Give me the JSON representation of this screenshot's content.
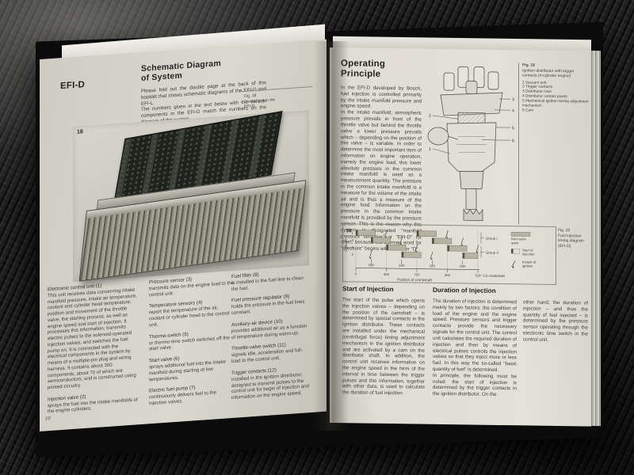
{
  "left_page": {
    "tab_label": "EFI-D",
    "section_title": "Schematic Diagram\nof System",
    "intro": "Please fold out the double page at the back of this booklet that shows schematic diagrams of the EFI-D and EFI-L.\nThe numbers given in the text below with the various components in the EFI-D match the numbers on the diagram of the system.",
    "fig18": {
      "number": "18",
      "caption": "Fig. 18\nControl unit in the\nEFI-D"
    },
    "columns": [
      [
        {
          "title": "Electronic control unit (1)",
          "body": "This unit receives data concerning intake manifold pressure, intake air temperature, coolant and cylinder head temperature, position and movement of the throttle valve, the starting process, as well as engine speed and start of injection. It processes this information, transmits electric pulses to the solenoid-operated injection valves, and switches the fuel pump on. It is connected with the electrical components in the system by means of a multiple-pin plug and wiring harness. It contains about 300 components, about 70 of which are semiconductors, and is constructed using printed circuitry."
        },
        {
          "title": "Injection valve (2)",
          "body": "sprays the fuel into the intake manifolds of the engine cylinders."
        }
      ],
      [
        {
          "title": "Pressure sensor (3)",
          "body": "transmits data on the engine load to the control unit."
        },
        {
          "title": "Temperature sensors (4)",
          "body": "report the temperature of the air, coolant or cylinder head to the control unit."
        },
        {
          "title": "Thermo-switch (5)",
          "body": "or thermo-time switch switches off the start valve."
        },
        {
          "title": "Start valve (6)",
          "body": "sprays additional fuel into the intake manifold during starting at low temperatures."
        },
        {
          "title": "Electric fuel pump (7)",
          "body": "continuously delivers fuel to the injection valves."
        }
      ],
      [
        {
          "title": "Fuel filter (8)",
          "body": "is installed in the fuel line to clean the fuel."
        },
        {
          "title": "Fuel pressure regulator (9)",
          "body": "holds the pressure in the fuel lines constant."
        },
        {
          "title": "Auxiliary-air device (10)",
          "body": "provides additional air as a function of temperature during warm-up."
        },
        {
          "title": "Throttle-valve switch (11)",
          "body": "signals idle, acceleration and full-load to the control unit."
        },
        {
          "title": "Trigger contacts (12)",
          "body": "installed in the ignition distributor, designed to transmit pulses to the control unit for begin of injection and information on the engine speed."
        }
      ]
    ],
    "page_number": "10"
  },
  "right_page": {
    "title": "Operating\nPrinciple",
    "paragraphs": "In the EFI-D developed by Bosch, fuel injection is controlled primarily by the intake manifold pressure and engine speed.\nIn the intake manifold, atmospheric pressure prevails in front of the throttle valve but behind the throttle valve a lower pressure prevails which – depending on the position of this valve – is variable. In order to determine the most important item of information on engine operation, namely the engine load, this lower absolute pressure in the common intake manifold is used as a measurement quantity. The pressure in the common intake manifold is a measure for the volume of the intake air and is thus a measure of the engine load. Information on the pressure in the common intake manifold is provided by the pressure sensor. This is the reason why this system is designated \"manifold pressure sensitive\" or \"EFI-D\" for short, because the German word for \"pressure\" begins with the letter \"D\".",
    "fig19": {
      "caption_title": "Fig. 19",
      "caption_sub": "Ignition distributor with trigger contacts (4-cylinder engine)",
      "items": [
        "Vacuum unit",
        "Trigger contacts",
        "Distributor rotor",
        "Distributor contact points",
        "Mechanical ignition timing adjustment mechanism",
        "Cam"
      ],
      "callouts": [
        "1",
        "2",
        "3",
        "4",
        "5",
        "6"
      ]
    },
    "fig20_caption": "Fig. 20\nFuel injection timing diagram (EFI-D)",
    "sections": [
      {
        "heading": "Start of Injection",
        "body": "The start of the pulse which opens the injection valves – depending on the position of the camshaft – is determined by special contacts in the ignition distributor. These contacts are installed under the mechanical (centrifugal force) timing adjustment mechanism in the ignition distributor and are activated by a cam on the distributor shaft. In addition, the control unit receives information on the engine speed in the form of the interval in time between the trigger pulses and this information, together with other data, is used to calculate the duration of fuel injection."
      },
      {
        "heading": "Duration of Injection",
        "body": "The duration of injection is determined mainly by two factors: the condition of load of the engine and the engine speed. Pressure sensors and trigger contacts provide the necessary signals for the control unit. The control unit calculates the required duration of injection and then by means of electrical pulses controls the injection valves so that they inject more or less fuel. In this way the so-called \"basic quantity of fuel\" is determined.\nIn principle, the following must be noted: the start of injection is determined by the trigger contacts in the ignition distributor. On the"
      },
      {
        "heading": "",
        "body": "other hand, the duration of injection – and thus the quantity of fuel injected – is determined by the pressure sensor operating through the electronic time switch in the control unit."
      }
    ]
  },
  "chart_data": {
    "type": "timing",
    "fig_number": "20",
    "title": "Fuel injection timing diagram (EFI-D)",
    "ylabel": "Cylinder",
    "xlabel": "Position of crankshaft",
    "x_range_deg": [
      0,
      1440
    ],
    "rows": [
      "1",
      "3",
      "4",
      "2"
    ],
    "groups": [
      {
        "label": "Group I",
        "rows": [
          0,
          1
        ]
      },
      {
        "label": "Group II",
        "rows": [
          2,
          3
        ]
      }
    ],
    "legend": [
      {
        "key": "inlet",
        "label": "Inlet valve\nopen"
      },
      {
        "key": "injection",
        "label": "Start of\ninjection"
      },
      {
        "key": "ignition",
        "label": "Instant of\nignition"
      }
    ],
    "major_ticks": [
      {
        "deg": 0,
        "label": "0"
      },
      {
        "deg": 360,
        "label": "360"
      },
      {
        "deg": 720,
        "label": "720"
      },
      {
        "deg": 1080,
        "label": "360"
      },
      {
        "deg": 1440,
        "label": "720° CS crankshaft"
      }
    ],
    "minor_ticks": [
      {
        "deg": 180,
        "label": "180"
      },
      {
        "deg": 540,
        "label": "540"
      },
      {
        "deg": 900,
        "label": "180"
      },
      {
        "deg": 1260,
        "label": "540"
      }
    ],
    "inlet_open": {
      "1": [
        [
          0,
          230
        ],
        [
          720,
          950
        ]
      ],
      "3": [
        [
          180,
          410
        ],
        [
          900,
          1130
        ]
      ],
      "4": [
        [
          360,
          590
        ],
        [
          1080,
          1310
        ]
      ],
      "2": [
        [
          540,
          770
        ],
        [
          1260,
          1440
        ]
      ]
    },
    "injection_start": {
      "1": [
        0,
        720
      ],
      "3": [
        180,
        900
      ],
      "4": [
        360,
        1080
      ],
      "2": [
        540,
        1260
      ]
    },
    "ignition": {
      "1": [
        350,
        1070
      ],
      "3": [
        530,
        1250
      ],
      "4": [
        710,
        1430
      ],
      "2": [
        170,
        890
      ]
    }
  }
}
